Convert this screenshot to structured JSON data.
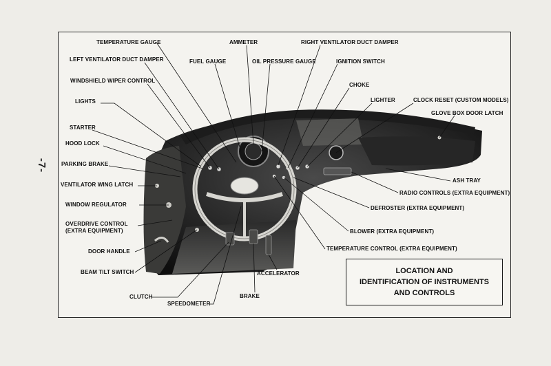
{
  "page_number": "-7-",
  "title": {
    "line1": "LOCATION AND",
    "line2": "IDENTIFICATION OF INSTRUMENTS",
    "line3": "AND CONTROLS"
  },
  "labels": {
    "temperature_gauge": "TEMPERATURE GAUGE",
    "ammeter": "AMMETER",
    "right_ventilator_duct_damper": "RIGHT VENTILATOR DUCT DAMPER",
    "left_ventilator_duct_damper": "LEFT VENTILATOR DUCT DAMPER",
    "fuel_gauge": "FUEL GAUGE",
    "oil_pressure_gauge": "OIL PRESSURE GAUGE",
    "ignition_switch": "IGNITION SWITCH",
    "windshield_wiper_control": "WINDSHIELD WIPER CONTROL",
    "choke": "CHOKE",
    "lights": "LIGHTS",
    "lighter": "LIGHTER",
    "clock_reset": "CLOCK RESET (CUSTOM MODELS)",
    "glove_box_door_latch": "GLOVE BOX DOOR LATCH",
    "starter": "STARTER",
    "hood_lock": "HOOD LOCK",
    "parking_brake": "PARKING BRAKE",
    "ventilator_wing_latch": "VENTILATOR WING LATCH",
    "window_regulator": "WINDOW REGULATOR",
    "overdrive_control_1": "OVERDRIVE CONTROL",
    "overdrive_control_2": "(EXTRA EQUIPMENT)",
    "door_handle": "DOOR HANDLE",
    "beam_tilt_switch": "BEAM TILT SWITCH",
    "clutch": "CLUTCH",
    "speedometer": "SPEEDOMETER",
    "brake": "BRAKE",
    "accelerator": "ACCELERATOR",
    "ash_tray": "ASH TRAY",
    "radio_controls": "RADIO CONTROLS (EXTRA EQUIPMENT)",
    "defroster": "DEFROSTER (EXTRA EQUIPMENT)",
    "blower": "BLOWER (EXTRA EQUIPMENT)",
    "temperature_control": "TEMPERATURE CONTROL (EXTRA EQUIPMENT)"
  }
}
